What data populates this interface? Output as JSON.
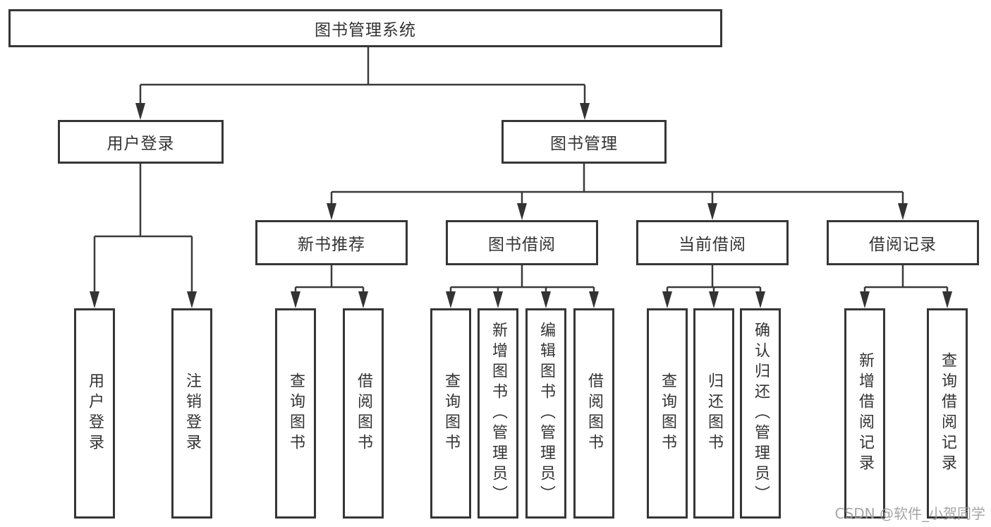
{
  "diagram": {
    "title": "图书管理系统",
    "root": {
      "label": "图书管理系统"
    },
    "level1": [
      {
        "label": "用户登录"
      },
      {
        "label": "图书管理"
      }
    ],
    "level2": [
      {
        "label": "新书推荐",
        "parent": "图书管理"
      },
      {
        "label": "图书借阅",
        "parent": "图书管理"
      },
      {
        "label": "当前借阅",
        "parent": "图书管理"
      },
      {
        "label": "借阅记录",
        "parent": "图书管理"
      }
    ],
    "leaves": [
      {
        "label": "用户登录",
        "parent": "用户登录"
      },
      {
        "label": "注销登录",
        "parent": "用户登录"
      },
      {
        "label": "查询图书",
        "parent": "新书推荐"
      },
      {
        "label": "借阅图书",
        "parent": "新书推荐"
      },
      {
        "label": "查询图书",
        "parent": "图书借阅"
      },
      {
        "label": "新增图书（管理员）",
        "parent": "图书借阅"
      },
      {
        "label": "编辑图书（管理员）",
        "parent": "图书借阅"
      },
      {
        "label": "借阅图书",
        "parent": "图书借阅"
      },
      {
        "label": "查询图书",
        "parent": "当前借阅"
      },
      {
        "label": "归还图书",
        "parent": "当前借阅"
      },
      {
        "label": "确认归还（管理员）",
        "parent": "当前借阅"
      },
      {
        "label": "新增借阅记录",
        "parent": "借阅记录"
      },
      {
        "label": "查询借阅记录",
        "parent": "借阅记录"
      }
    ]
  },
  "watermark": {
    "text": "CSDN @软件_小贺同学"
  },
  "colors": {
    "line": "#3a3a3a",
    "box_border": "#363636",
    "box_fill": "#ffffff",
    "text": "#333333",
    "watermark": "#9c9c9c",
    "background": "#ffffff"
  }
}
